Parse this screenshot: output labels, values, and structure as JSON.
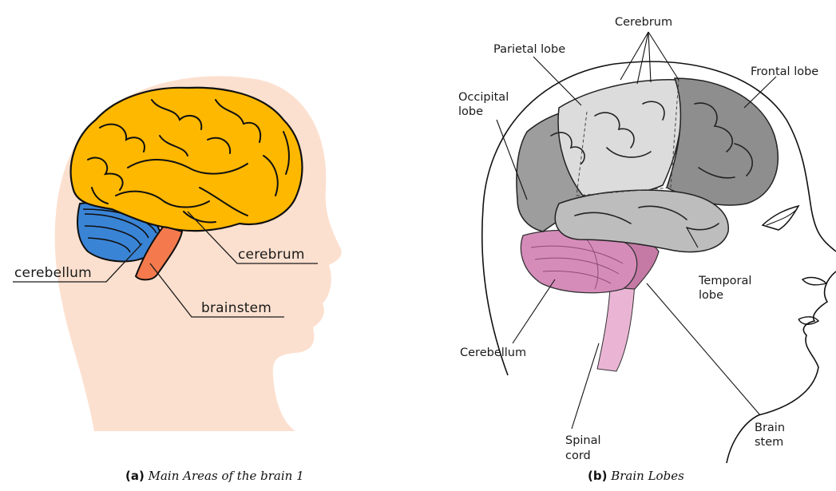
{
  "figure_a": {
    "labels": {
      "cerebellum": "cerebellum",
      "cerebrum": "cerebrum",
      "brainstem": "brainstem"
    },
    "caption": {
      "tag": "(a)",
      "text": "Main Areas of the brain 1"
    },
    "colors": {
      "head": "#fce0cf",
      "cerebrum": "#ffb800",
      "cerebellum": "#3a84d6",
      "brainstem": "#f47a4d"
    }
  },
  "figure_b": {
    "labels": {
      "cerebrum": "Cerebrum",
      "parietal": "Parietal lobe",
      "frontal": "Frontal lobe",
      "occipital_1": "Occipital",
      "occipital_2": "lobe",
      "temporal_1": "Temporal",
      "temporal_2": "lobe",
      "cerebellum": "Cerebellum",
      "spinal_1": "Spinal",
      "spinal_2": "cord",
      "brain_stem_1": "Brain",
      "brain_stem_2": "stem"
    },
    "caption": {
      "tag": "(b)",
      "text": "Brain Lobes"
    },
    "colors": {
      "lobes": "#b9b9b9",
      "cerebellum": "#d58cb9",
      "spinal_cord": "#eab5d5"
    }
  }
}
